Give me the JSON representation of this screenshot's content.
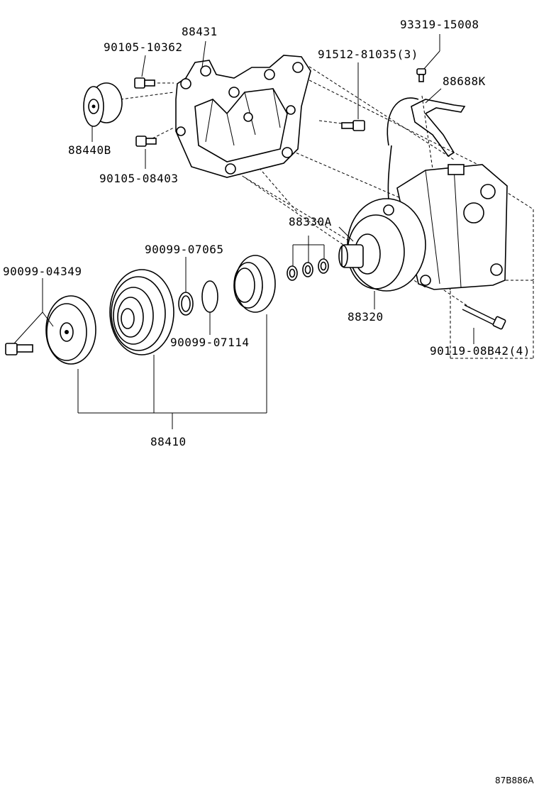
{
  "labels": {
    "p88431": "88431",
    "p90105_10362": "90105-10362",
    "p88440B": "88440B",
    "p90105_08403": "90105-08403",
    "p91512_81035": "91512-81035(3)",
    "p93319_15008": "93319-15008",
    "p88688K": "88688K",
    "p88330A": "88330A",
    "p90099_07065": "90099-07065",
    "p90099_04349": "90099-04349",
    "p90099_07114": "90099-07114",
    "p88320": "88320",
    "p90119_08B42": "90119-08B42(4)",
    "p88410": "88410"
  },
  "reference_code": "87B886A"
}
